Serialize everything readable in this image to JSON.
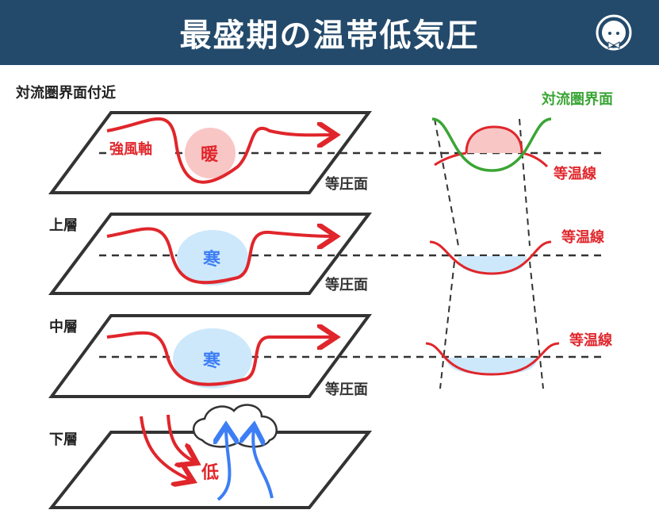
{
  "header": {
    "title": "最盛期の温帯低気圧"
  },
  "labels": {
    "tropopause_near": "対流圏界面付近",
    "upper": "上層",
    "middle": "中層",
    "lower": "下層",
    "jet_axis": "強風軸",
    "warm": "暖",
    "cold": "寒",
    "low": "低",
    "isobaric_surface": "等圧面",
    "tropopause": "対流圏界面",
    "isotherm": "等温線"
  },
  "colors": {
    "header": "#234a6b",
    "red": "#e0262b",
    "blue": "#3d7ef5",
    "green": "#3aa535",
    "warm_fill": "#f9c6c6",
    "cold_fill": "#cde8fb"
  }
}
